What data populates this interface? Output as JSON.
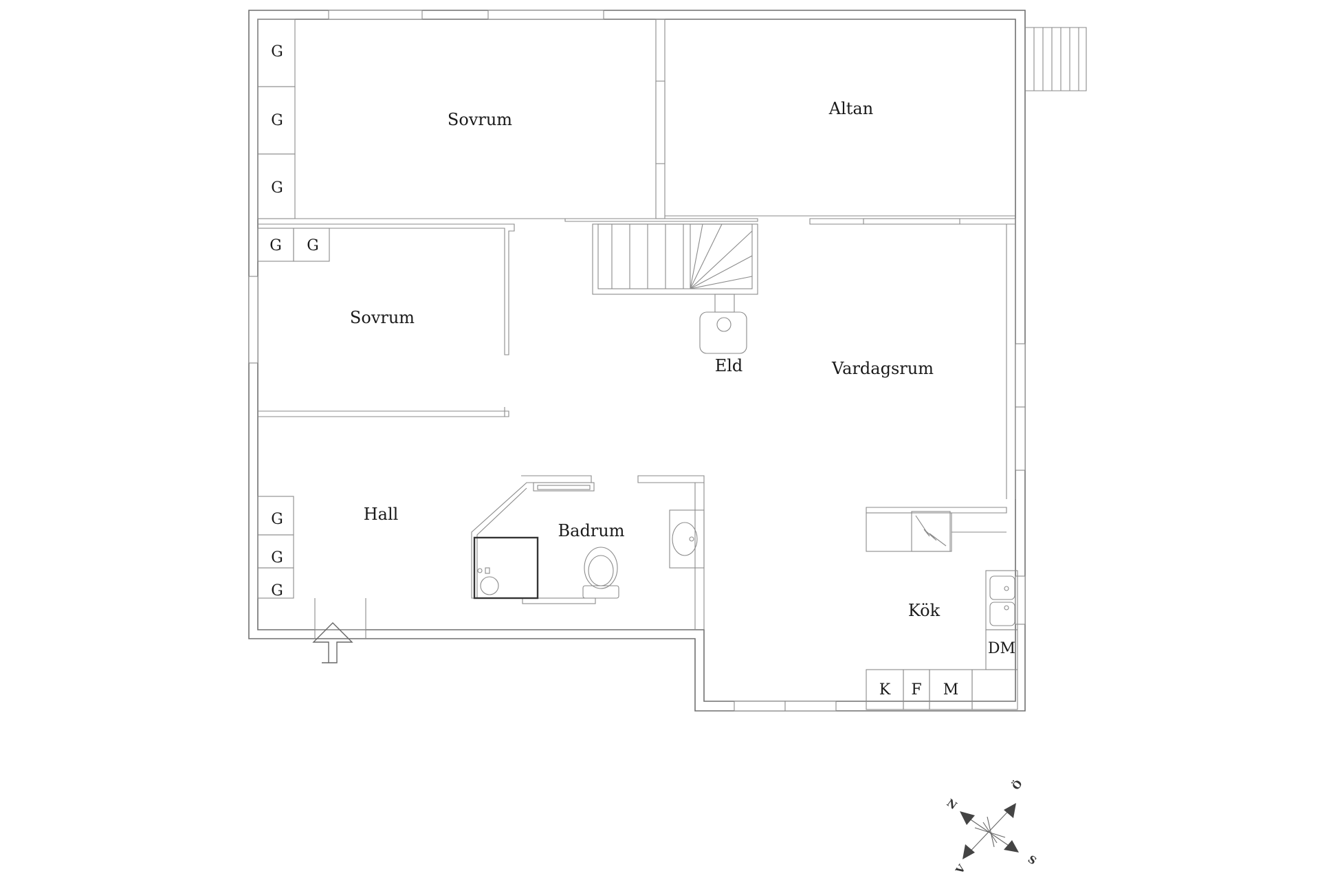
{
  "rooms": {
    "sovrum_top": "Sovrum",
    "sovrum_mid": "Sovrum",
    "altan": "Altan",
    "vardagsrum": "Vardagsrum",
    "eld": "Eld",
    "hall": "Hall",
    "badrum": "Badrum",
    "kok": "Kök"
  },
  "closets": {
    "top_1": "G",
    "top_2": "G",
    "top_3": "G",
    "mid_1": "G",
    "mid_2": "G",
    "hall_1": "G",
    "hall_2": "G",
    "hall_3": "G"
  },
  "appliances": {
    "dm": "DM",
    "k": "K",
    "f": "F",
    "m": "M"
  },
  "compass": {
    "n": "N",
    "o": "Ö",
    "s": "S",
    "v": "V"
  },
  "colors": {
    "wall": "#6f6f6f",
    "text": "#1a1a1a",
    "background": "#ffffff"
  }
}
